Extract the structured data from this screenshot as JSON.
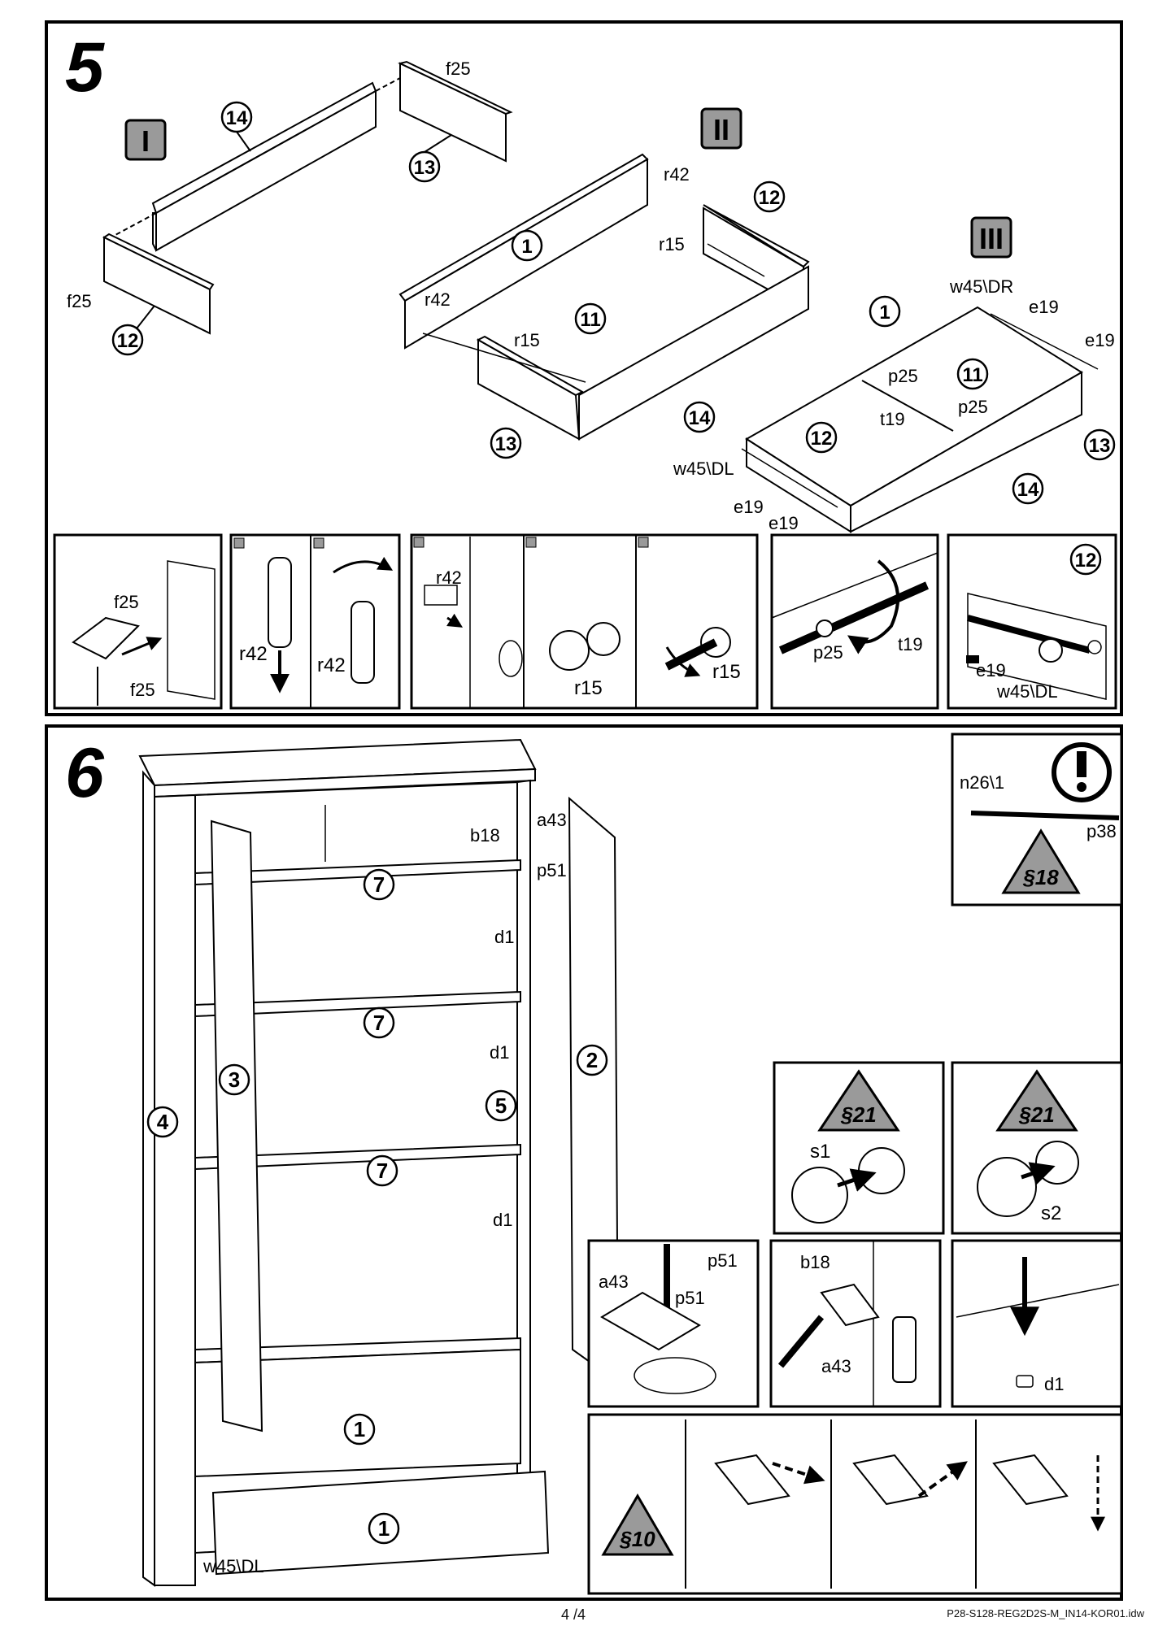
{
  "steps": {
    "step5": {
      "number": "5",
      "stages": [
        "I",
        "II",
        "III"
      ],
      "parts": {
        "p14": "14",
        "p13": "13",
        "p12": "12",
        "p1": "1",
        "p11": "11"
      },
      "hardware": {
        "f25": "f25",
        "r42": "r42",
        "r15": "r15",
        "w45dr": "w45\\DR",
        "w45dl": "w45\\DL",
        "e19": "e19",
        "p25": "p25",
        "t19": "t19"
      }
    },
    "step6": {
      "number": "6",
      "parts": {
        "p7": "7",
        "p3": "3",
        "p4": "4",
        "p2": "2",
        "p5": "5",
        "p1": "1"
      },
      "hardware": {
        "b18": "b18",
        "a43": "a43",
        "p51": "p51",
        "d1": "d1",
        "w45dl": "w45\\DL",
        "n26": "n26\\1",
        "p38": "p38",
        "s1": "s1",
        "s2": "s2"
      },
      "warnings": {
        "w18": "§18",
        "w21": "§21",
        "w10": "§10"
      }
    }
  },
  "footer": {
    "page": "4 /4",
    "code": "P28-S128-REG2D2S-M_IN14-KOR01.idw"
  }
}
